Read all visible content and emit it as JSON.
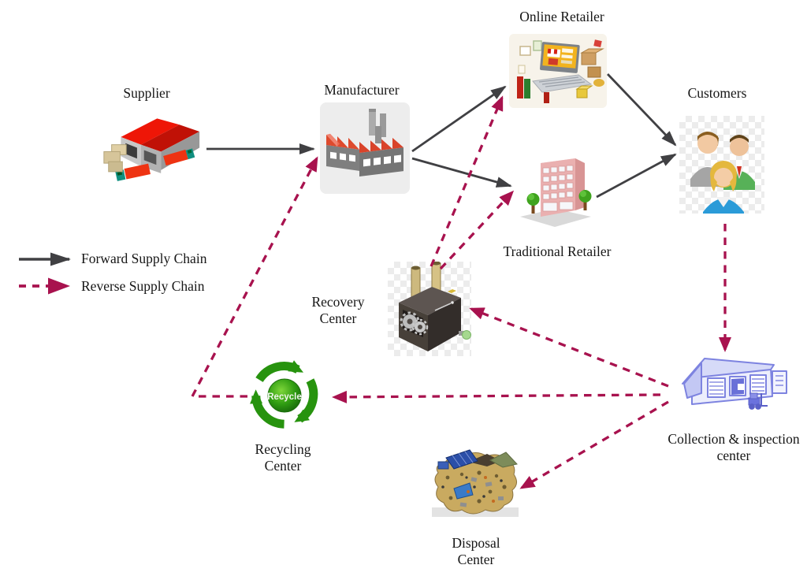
{
  "diagram": {
    "type": "supply-chain-network",
    "legend": {
      "forward": {
        "label": "Forward Supply Chain",
        "style": "solid",
        "color": "#404043"
      },
      "reverse": {
        "label": "Reverse Supply Chain",
        "style": "dashed",
        "color": "#a8124e"
      }
    },
    "nodes": {
      "supplier": {
        "label": "Supplier",
        "icon": "supplier-warehouse-icon"
      },
      "manufacturer": {
        "label": "Manufacturer",
        "icon": "factory-icon"
      },
      "online_retailer": {
        "label": "Online Retailer",
        "icon": "laptop-ecommerce-icon"
      },
      "traditional_retailer": {
        "label": "Traditional Retailer",
        "icon": "retail-building-icon"
      },
      "customers": {
        "label": "Customers",
        "icon": "people-group-icon"
      },
      "recovery_center": {
        "line1": "Recovery",
        "line2": "Center",
        "icon": "recovery-machine-icon"
      },
      "collection_center": {
        "line1": "Collection & inspection",
        "line2": "center",
        "icon": "collection-warehouse-icon"
      },
      "recycling_center": {
        "line1": "Recycling",
        "line2": "Center",
        "badge": "Recycle",
        "icon": "recycle-symbol-icon"
      },
      "disposal_center": {
        "line1": "Disposal",
        "line2": "Center",
        "icon": "landfill-icon"
      }
    },
    "edges": {
      "forward": [
        {
          "from": "Supplier",
          "to": "Manufacturer"
        },
        {
          "from": "Manufacturer",
          "to": "Online Retailer"
        },
        {
          "from": "Manufacturer",
          "to": "Traditional Retailer"
        },
        {
          "from": "Online Retailer",
          "to": "Customers"
        },
        {
          "from": "Traditional Retailer",
          "to": "Customers"
        }
      ],
      "reverse": [
        {
          "from": "Customers",
          "to": "Collection & inspection center"
        },
        {
          "from": "Collection & inspection center",
          "to": "Recovery Center"
        },
        {
          "from": "Collection & inspection center",
          "to": "Recycling Center"
        },
        {
          "from": "Collection & inspection center",
          "to": "Disposal Center"
        },
        {
          "from": "Recovery Center",
          "to": "Online Retailer"
        },
        {
          "from": "Recovery Center",
          "to": "Traditional Retailer"
        },
        {
          "from": "Recycling Center",
          "to": "Manufacturer"
        }
      ]
    }
  }
}
